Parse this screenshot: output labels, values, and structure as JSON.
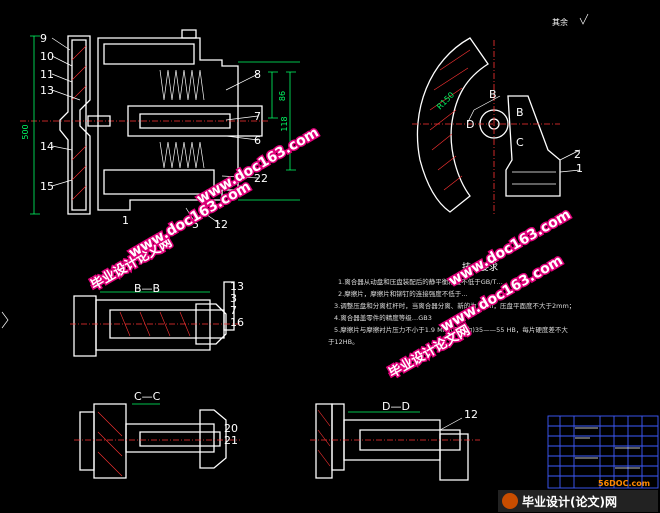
{
  "main_view": {
    "part_labels": [
      "9",
      "10",
      "11",
      "13",
      "14",
      "15",
      "8",
      "7",
      "6",
      "22",
      "1",
      "5",
      "12"
    ],
    "dimensions": {
      "d1": "500",
      "d2": "86",
      "d3": "118"
    }
  },
  "corner_symbol": "其余",
  "detail_view": {
    "label_b_top": "B",
    "label_b_right": "B",
    "label_d": "D",
    "label_c": "C",
    "part_2": "2",
    "part_1": "1",
    "radius_dim": "R150"
  },
  "section_bb": {
    "title": "B—B",
    "labels": [
      "13",
      "3",
      "7",
      "16"
    ]
  },
  "section_cc": {
    "title": "C—C",
    "labels": [
      "20",
      "21"
    ]
  },
  "section_dd": {
    "title": "D—D",
    "labels": [
      "12"
    ]
  },
  "technical_requirements": {
    "title": "技术要求",
    "lines": [
      "1.离合器从动盘和压盘装配后的静平衡精度不低于GB/T…",
      "2.摩擦片，摩擦片和铆钉的连接强度不低于…",
      "3.调整压盘和分离杠杆时，当离合器分离、新的为1mm，压盘平面度不大于2mm；",
      "4.离合器盖零件的精度等级…GB3",
      "5.摩擦片与摩擦衬片压力不小于1.9 MPa(压紧力)35——55 HB，每片硬度差不大",
      "于12HB。"
    ]
  },
  "watermarks": {
    "site_name": "毕业设计论文网",
    "site_url": "www.doc163.com",
    "footer_url": "56DOC.com",
    "footer_name": "毕业设计(论文)网"
  },
  "colors": {
    "background": "#000000",
    "lines": "#ffffff",
    "dimensions": "#00ff66",
    "hatch": "#ff3333",
    "title_block": "#3d5bff",
    "watermark_stroke": "#e0007a"
  }
}
